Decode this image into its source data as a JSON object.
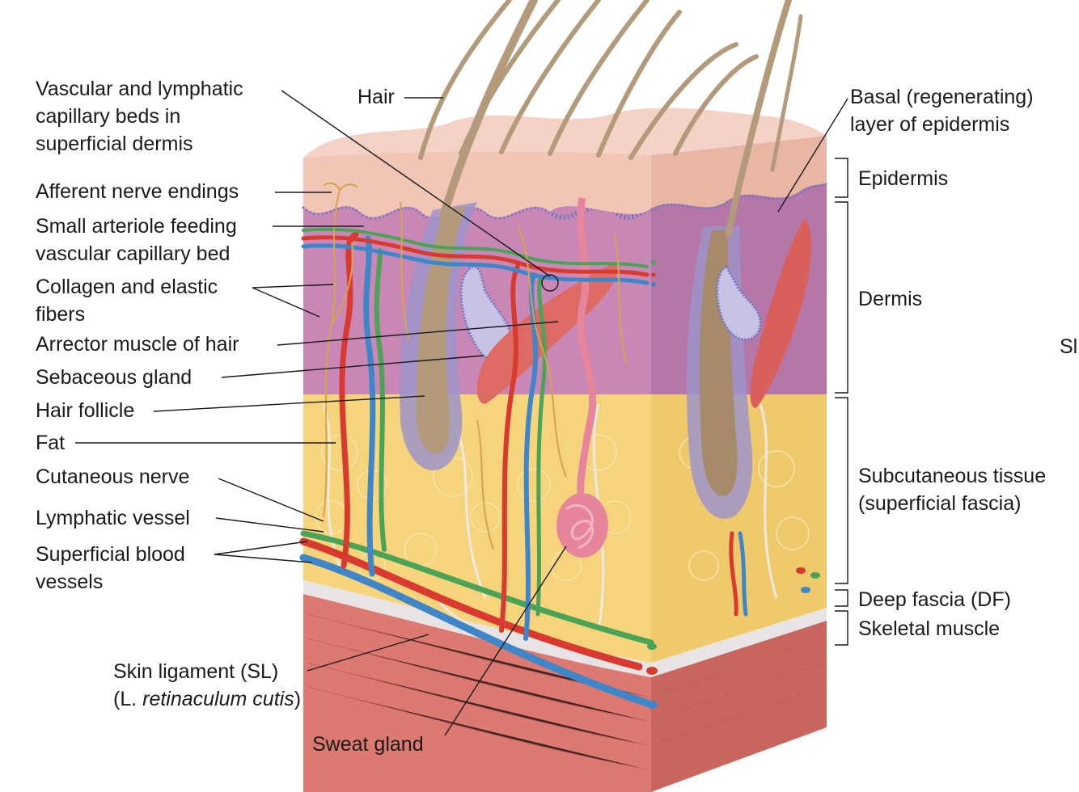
{
  "labels_left": {
    "vascular": [
      "Vascular and lymphatic",
      "capillary beds in",
      "superficial dermis"
    ],
    "afferent": "Afferent nerve endings",
    "arteriole": [
      "Small arteriole feeding",
      "vascular capillary bed"
    ],
    "collagen": [
      "Collagen and elastic",
      "fibers"
    ],
    "arrector": "Arrector muscle of hair",
    "sebaceous": "Sebaceous gland",
    "follicle": "Hair follicle",
    "fat": "Fat",
    "cutaneous": "Cutaneous nerve",
    "lymphatic": "Lymphatic vessel",
    "superficial_vessels": [
      "Superficial blood",
      "vessels"
    ]
  },
  "labels_top": {
    "hair": "Hair"
  },
  "labels_bottom": {
    "skin_ligament": "Skin ligament (SL)",
    "retinaculum_open": "(L. ",
    "retinaculum_term": "retinaculum cutis",
    "retinaculum_close": ")",
    "sweat_gland": "Sweat gland"
  },
  "labels_right": {
    "basal": [
      "Basal (regenerating)",
      "layer of epidermis"
    ],
    "epidermis": "Epidermis",
    "dermis": "Dermis",
    "subcutaneous": [
      "Subcutaneous tissue",
      "(superficial fascia)"
    ],
    "deep_fascia": "Deep fascia (DF)",
    "skeletal_muscle": "Skeletal muscle",
    "cut_off": "Sl"
  },
  "colors": {
    "epidermis": "#f1c6b6",
    "dermis": "#c987b6",
    "dermis_face": "#b876a8",
    "fat": "#f6d57e",
    "muscle": "#e07a72",
    "artery": "#d93a30",
    "vein": "#3f86c9",
    "lymph": "#4aa356",
    "hair": "#b39a7a",
    "nerve": "#d6a449",
    "gland": "#e6859b",
    "basal": "#6d77c2"
  }
}
